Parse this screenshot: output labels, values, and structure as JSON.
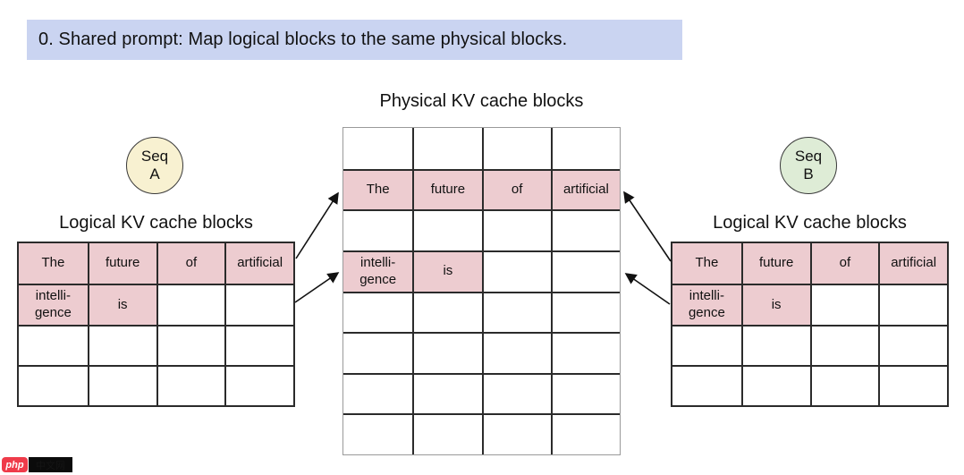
{
  "title_bar": {
    "text": "0. Shared prompt: Map logical blocks to the same physical blocks."
  },
  "physical": {
    "label": "Physical KV cache blocks"
  },
  "seq_a": {
    "badge_line1": "Seq",
    "badge_line2": "A",
    "label": "Logical KV cache blocks"
  },
  "seq_b": {
    "badge_line1": "Seq",
    "badge_line2": "B",
    "label": "Logical KV cache blocks"
  },
  "tables": {
    "physical": {
      "rows": 8,
      "cols": 4,
      "filled": [
        {
          "row": 1,
          "cells": [
            {
              "col": 0,
              "text": "The"
            },
            {
              "col": 1,
              "text": "future"
            },
            {
              "col": 2,
              "text": "of"
            },
            {
              "col": 3,
              "text": "artificial"
            }
          ]
        },
        {
          "row": 3,
          "cells": [
            {
              "col": 0,
              "text": "intelli-\ngence"
            },
            {
              "col": 1,
              "text": "is"
            }
          ]
        }
      ]
    },
    "seq_a_logical": {
      "rows": 4,
      "cols": 4,
      "filled": [
        {
          "row": 0,
          "cells": [
            {
              "col": 0,
              "text": "The"
            },
            {
              "col": 1,
              "text": "future"
            },
            {
              "col": 2,
              "text": "of"
            },
            {
              "col": 3,
              "text": "artificial"
            }
          ]
        },
        {
          "row": 1,
          "cells": [
            {
              "col": 0,
              "text": "intelli-\ngence"
            },
            {
              "col": 1,
              "text": "is"
            }
          ]
        }
      ]
    },
    "seq_b_logical": {
      "rows": 4,
      "cols": 4,
      "filled": [
        {
          "row": 0,
          "cells": [
            {
              "col": 0,
              "text": "The"
            },
            {
              "col": 1,
              "text": "future"
            },
            {
              "col": 2,
              "text": "of"
            },
            {
              "col": 3,
              "text": "artificial"
            }
          ]
        },
        {
          "row": 1,
          "cells": [
            {
              "col": 0,
              "text": "intelli-\ngence"
            },
            {
              "col": 1,
              "text": "is"
            }
          ]
        }
      ]
    }
  },
  "colors": {
    "title_bg": "#cad4f1",
    "block_pink": "#edccd0",
    "seq_a_fill": "#f8f1d1",
    "seq_b_fill": "#deecd6",
    "logo_red": "#ef3b4a"
  },
  "watermark": {
    "red_text": "php",
    "black_text": "中文网"
  }
}
